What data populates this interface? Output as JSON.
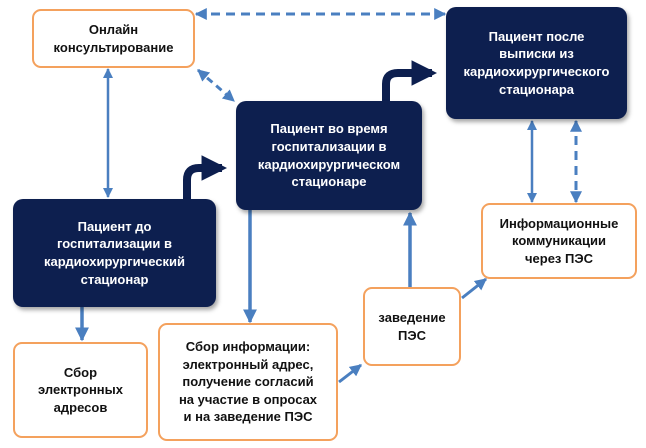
{
  "nodes": {
    "online": "Онлайн\nконсультирование",
    "after": "Пациент после\nвыписки из\nкардиохирургического\nстационара",
    "during": "Пациент во время\nгоспитализации в\nкардиохирургическом\nстационаре",
    "before": "Пациент до\nгоспитализации в\nкардиохирургический\nстационар",
    "infocomm": "Информационные\nкоммуникации\nчерез ПЭС",
    "collect_emails": "Сбор\nэлектронных\nадресов",
    "collect_info": "Сбор информации:\nэлектронный адрес,\nполучение согласий\nна участие в опросах\nи на заведение ПЭС",
    "setup": "заведение\nПЭС"
  },
  "colors": {
    "dark_node": "#0d1f4f",
    "light_border": "#f4a15d",
    "arrow_blue": "#4a7fc0",
    "arrow_dark": "#0d1f4f"
  }
}
